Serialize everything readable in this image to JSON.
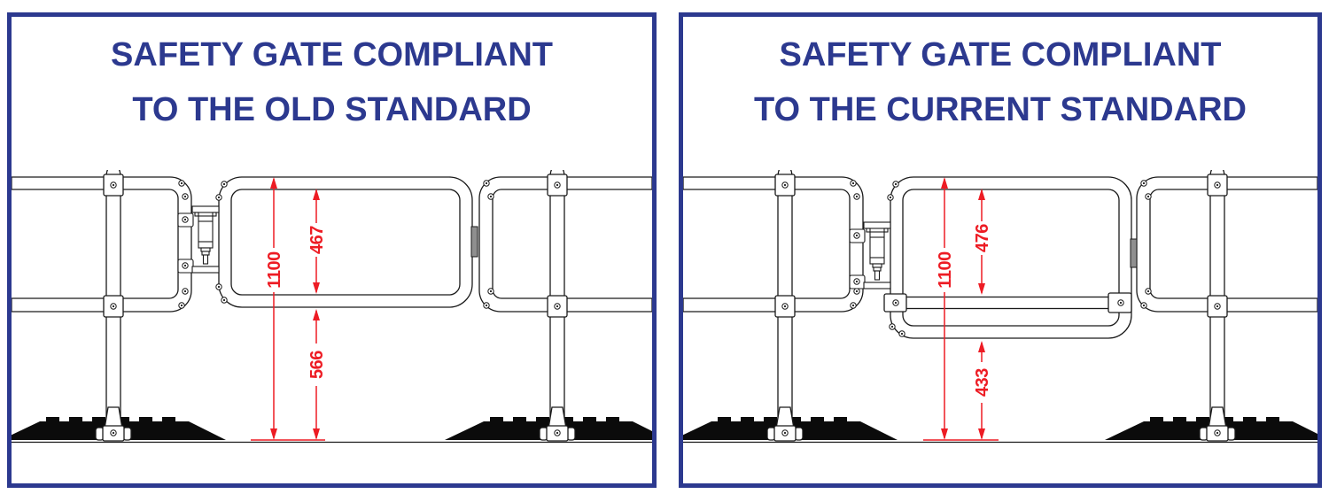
{
  "colors": {
    "panel_border": "#2C398F",
    "title_text": "#2C398F",
    "drawing_line": "#1a1a1a",
    "dimension_red": "#ED1C24"
  },
  "panels": [
    {
      "id": "old-standard",
      "title_line1": "SAFETY GATE COMPLIANT",
      "title_line2": "TO THE OLD STANDARD",
      "dimensions": {
        "overall_height": "1100",
        "gate_height": "467",
        "gap_below_gate": "566"
      }
    },
    {
      "id": "current-standard",
      "title_line1": "SAFETY GATE COMPLIANT",
      "title_line2": "TO THE CURRENT STANDARD",
      "dimensions": {
        "overall_height": "1100",
        "gate_height": "476",
        "gap_below_gate": "433"
      }
    }
  ]
}
